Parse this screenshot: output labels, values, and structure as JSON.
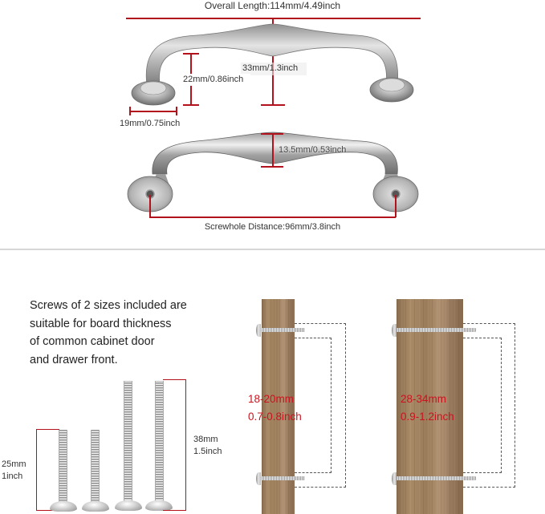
{
  "top_section": {
    "overall_length": "Overall Length:114mm/4.49inch",
    "height_label": "33mm/1.3inch",
    "clearance_label": "22mm/0.86inch",
    "base_diameter_label": "19mm/0.75inch",
    "grip_width_label": "13.5mm/0.53inch",
    "screwhole_distance": "Screwhole Distance:96mm/3.8inch"
  },
  "bottom_section": {
    "description_lines": [
      "Screws of 2 sizes included are",
      "suitable for board thickness",
      "of common cabinet door",
      "and drawer front."
    ],
    "short_screw": {
      "mm": "25mm",
      "inch": "1inch"
    },
    "long_screw": {
      "mm": "38mm",
      "inch": "1.5inch"
    },
    "thin_board": {
      "mm": "18-20mm",
      "inch": "0.7-0.8inch"
    },
    "thick_board": {
      "mm": "28-34mm",
      "inch": "0.9-1.2inch"
    }
  },
  "colors": {
    "dimension_red": "#b3121c",
    "label_red": "#c8141e",
    "text": "#333333",
    "divider": "#d6d6d6",
    "wood": "#a0805e"
  }
}
